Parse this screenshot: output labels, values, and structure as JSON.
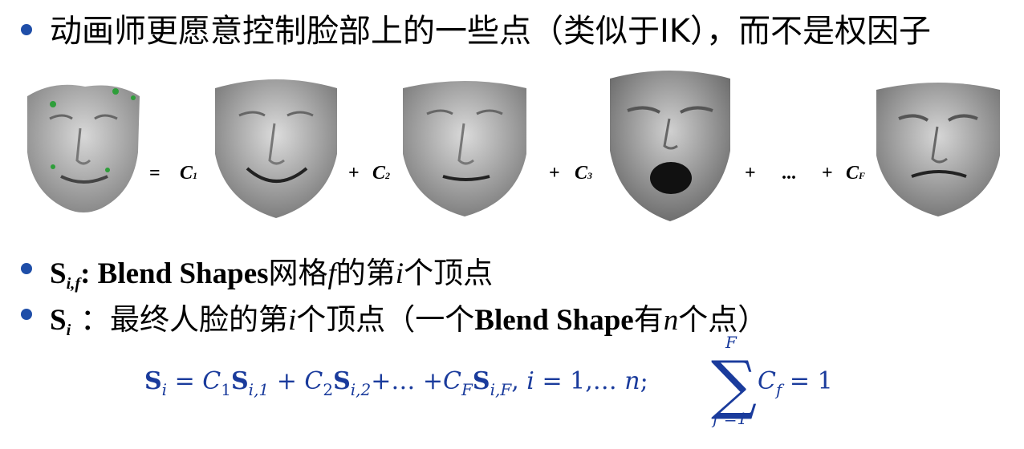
{
  "line1": {
    "text": "动画师更愿意控制脸部上的一些点（类似于IK），而不是权因子"
  },
  "line2": {
    "s": "S",
    "sub": "i,f",
    "colon": ": ",
    "en": "Blend Shapes",
    "p1": "网格",
    "f": "f",
    "p2": "的第",
    "i": "i",
    "p3": "个顶点"
  },
  "line3": {
    "s": "S",
    "sub": "i",
    "p1": " ：最终人脸的第",
    "i": "i",
    "p2": "个顶点（一个",
    "en": "Blend Shape",
    "p3": "有",
    "n": "n",
    "p4": "个点）"
  },
  "faces": [
    {
      "name": "target-face",
      "expression": "neutral with green control points"
    },
    {
      "name": "blendshape-1",
      "expression": "smile"
    },
    {
      "name": "blendshape-2",
      "expression": "neutral"
    },
    {
      "name": "blendshape-3",
      "expression": "scream"
    },
    {
      "name": "blendshape-F",
      "expression": "grimace"
    }
  ],
  "operators": {
    "equals": "=",
    "plus": "+",
    "ellipsis": "...",
    "c1": "C",
    "c1s": "1",
    "c2": "C",
    "c2s": "2",
    "c3": "C",
    "c3s": "3",
    "cf": "C",
    "cfs": "F"
  },
  "formula": {
    "lhs_s": "S",
    "lhs_i": "i",
    "eq": " = ",
    "c1": "C",
    "c1s": "1",
    "s1": "S",
    "s1s": "i,1",
    "plus1": " + ",
    "c2": "C",
    "c2s": "2",
    "s2": "S",
    "s2s": "i,2",
    "dots": "+… +",
    "cf": "C",
    "cfs": "F",
    "sf": "S",
    "sfs": "i,F",
    "tail": ", ",
    "iv": "i",
    "range": " = 1,… ",
    "n": "n",
    "semi": ";"
  },
  "sum": {
    "top": "F",
    "bottom": "f =1",
    "sigma": "∑",
    "c": "C",
    "cs": "f",
    "rhs": " = 1"
  },
  "colors": {
    "bullet": "#1f4ea8",
    "formula": "#1a3b9c",
    "face": "#9a9a9a",
    "marker": "#2e9e3a"
  }
}
